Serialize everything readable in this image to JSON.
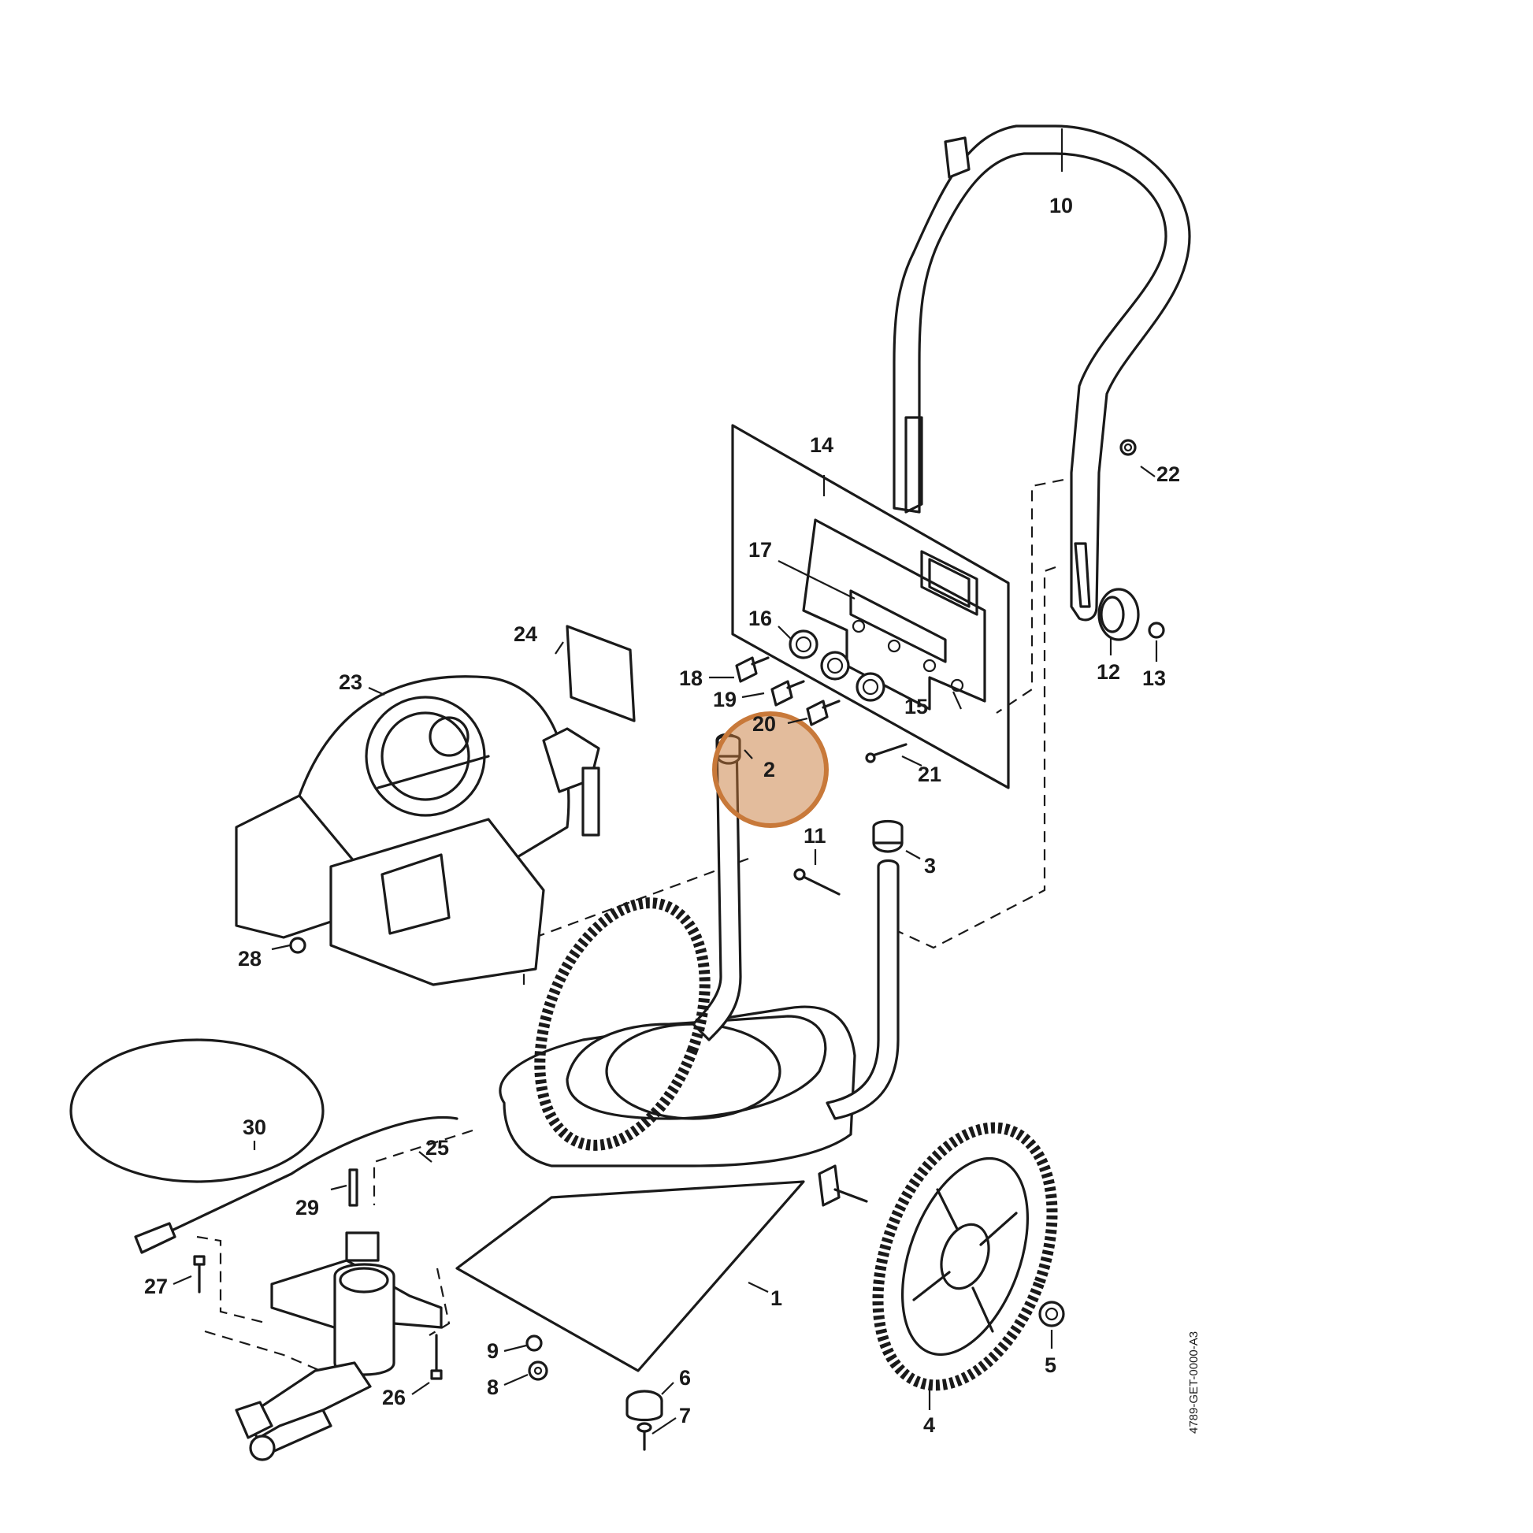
{
  "diagram": {
    "reference_code": "4789-GET-0000-A3",
    "highlight_color": "#c8793a",
    "highlighted_part": "2",
    "parts": [
      {
        "id": "p1",
        "label": "1"
      },
      {
        "id": "p2",
        "label": "2"
      },
      {
        "id": "p3",
        "label": "3"
      },
      {
        "id": "p4",
        "label": "4"
      },
      {
        "id": "p5",
        "label": "5"
      },
      {
        "id": "p6",
        "label": "6"
      },
      {
        "id": "p7",
        "label": "7"
      },
      {
        "id": "p8",
        "label": "8"
      },
      {
        "id": "p9",
        "label": "9"
      },
      {
        "id": "p10",
        "label": "10"
      },
      {
        "id": "p11",
        "label": "11"
      },
      {
        "id": "p12",
        "label": "12"
      },
      {
        "id": "p13",
        "label": "13"
      },
      {
        "id": "p14",
        "label": "14"
      },
      {
        "id": "p15",
        "label": "15"
      },
      {
        "id": "p16",
        "label": "16"
      },
      {
        "id": "p17",
        "label": "17"
      },
      {
        "id": "p18",
        "label": "18"
      },
      {
        "id": "p19",
        "label": "19"
      },
      {
        "id": "p20",
        "label": "20"
      },
      {
        "id": "p21",
        "label": "21"
      },
      {
        "id": "p22",
        "label": "22"
      },
      {
        "id": "p23",
        "label": "23"
      },
      {
        "id": "p24",
        "label": "24"
      },
      {
        "id": "p25",
        "label": "25"
      },
      {
        "id": "p26",
        "label": "26"
      },
      {
        "id": "p27",
        "label": "27"
      },
      {
        "id": "p28",
        "label": "28"
      },
      {
        "id": "p29",
        "label": "29"
      },
      {
        "id": "p30",
        "label": "30"
      }
    ]
  }
}
